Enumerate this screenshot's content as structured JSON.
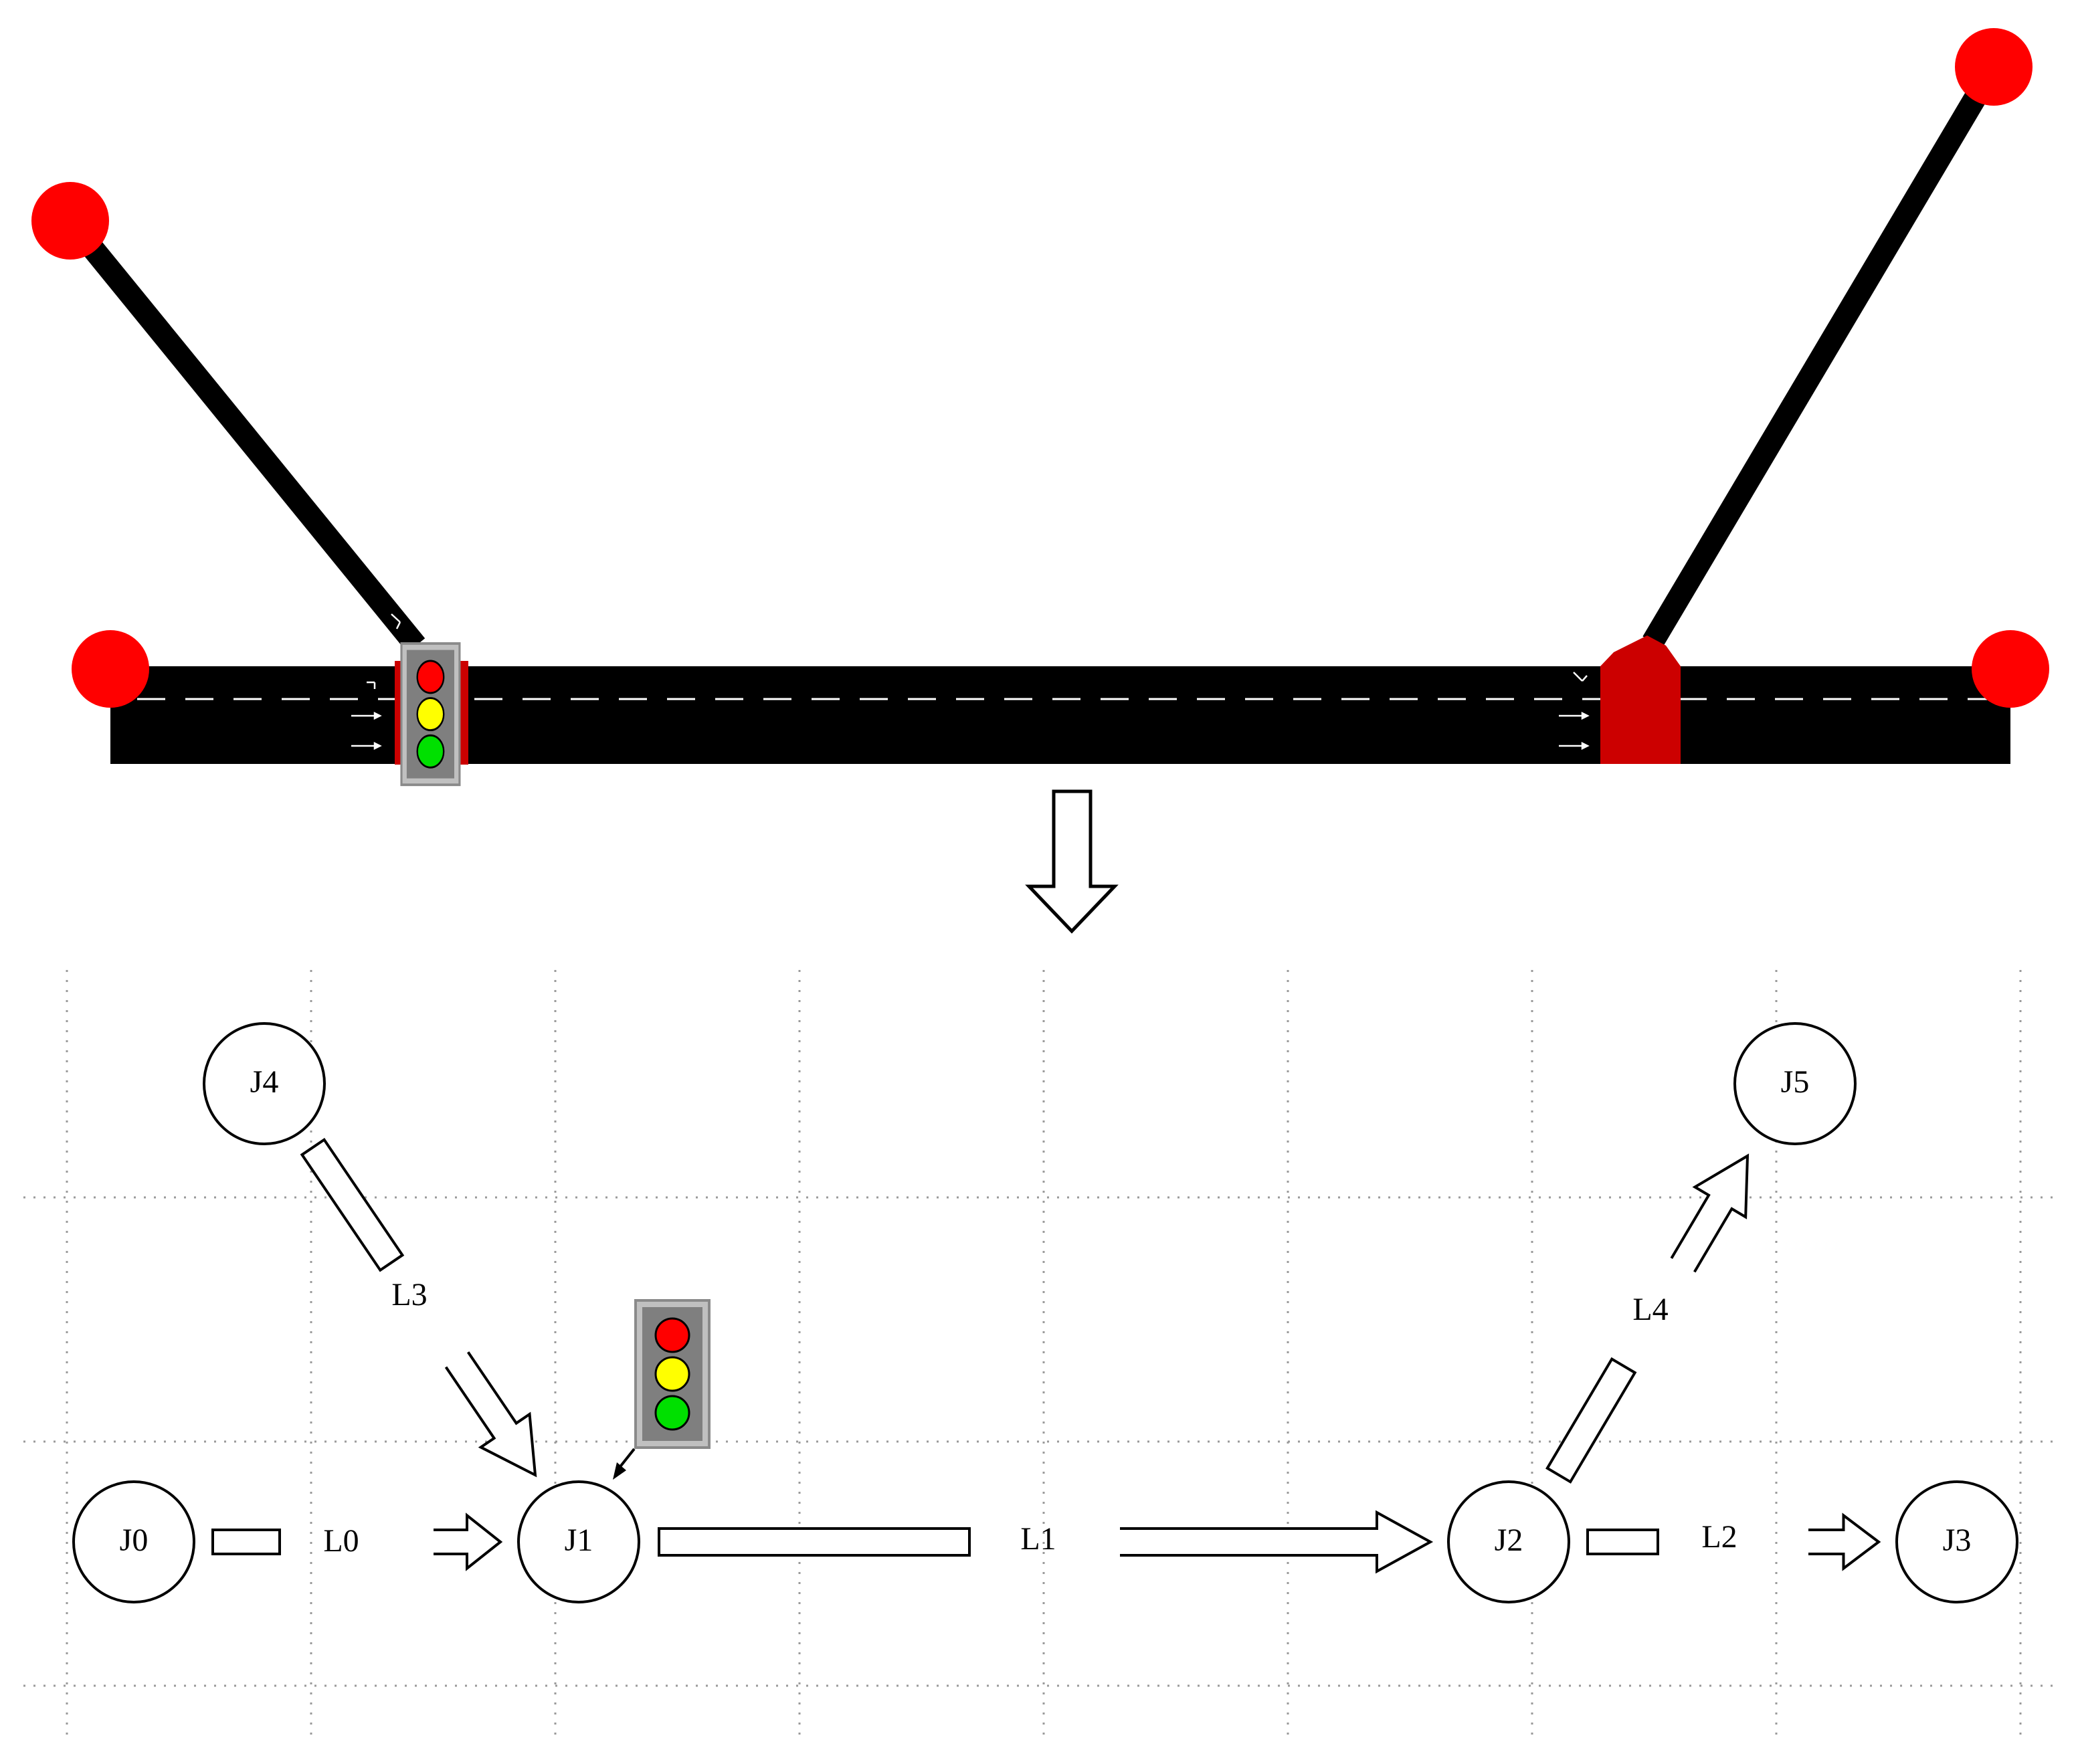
{
  "colors": {
    "road": "#000000",
    "endpoint": "#ff0000",
    "junction_area": "#cc0000",
    "lane_marking": "#ffffff",
    "signal_housing": "#7f7f7f",
    "signal_frame": "#c0c0c0",
    "signal_red": "#ff0000",
    "signal_yellow": "#ffff00",
    "signal_green": "#00e000",
    "grid": "#9a9a9a",
    "outline": "#000000"
  },
  "graph": {
    "junctions": [
      {
        "id": "J0",
        "label": "J0"
      },
      {
        "id": "J1",
        "label": "J1"
      },
      {
        "id": "J2",
        "label": "J2"
      },
      {
        "id": "J3",
        "label": "J3"
      },
      {
        "id": "J4",
        "label": "J4"
      },
      {
        "id": "J5",
        "label": "J5"
      }
    ],
    "links": [
      {
        "id": "L0",
        "label": "L0",
        "from": "J0",
        "to": "J1"
      },
      {
        "id": "L1",
        "label": "L1",
        "from": "J1",
        "to": "J2"
      },
      {
        "id": "L2",
        "label": "L2",
        "from": "J2",
        "to": "J3"
      },
      {
        "id": "L3",
        "label": "L3",
        "from": "J4",
        "to": "J1"
      },
      {
        "id": "L4",
        "label": "L4",
        "from": "J2",
        "to": "J5"
      }
    ],
    "signalized_junction": "J1"
  }
}
